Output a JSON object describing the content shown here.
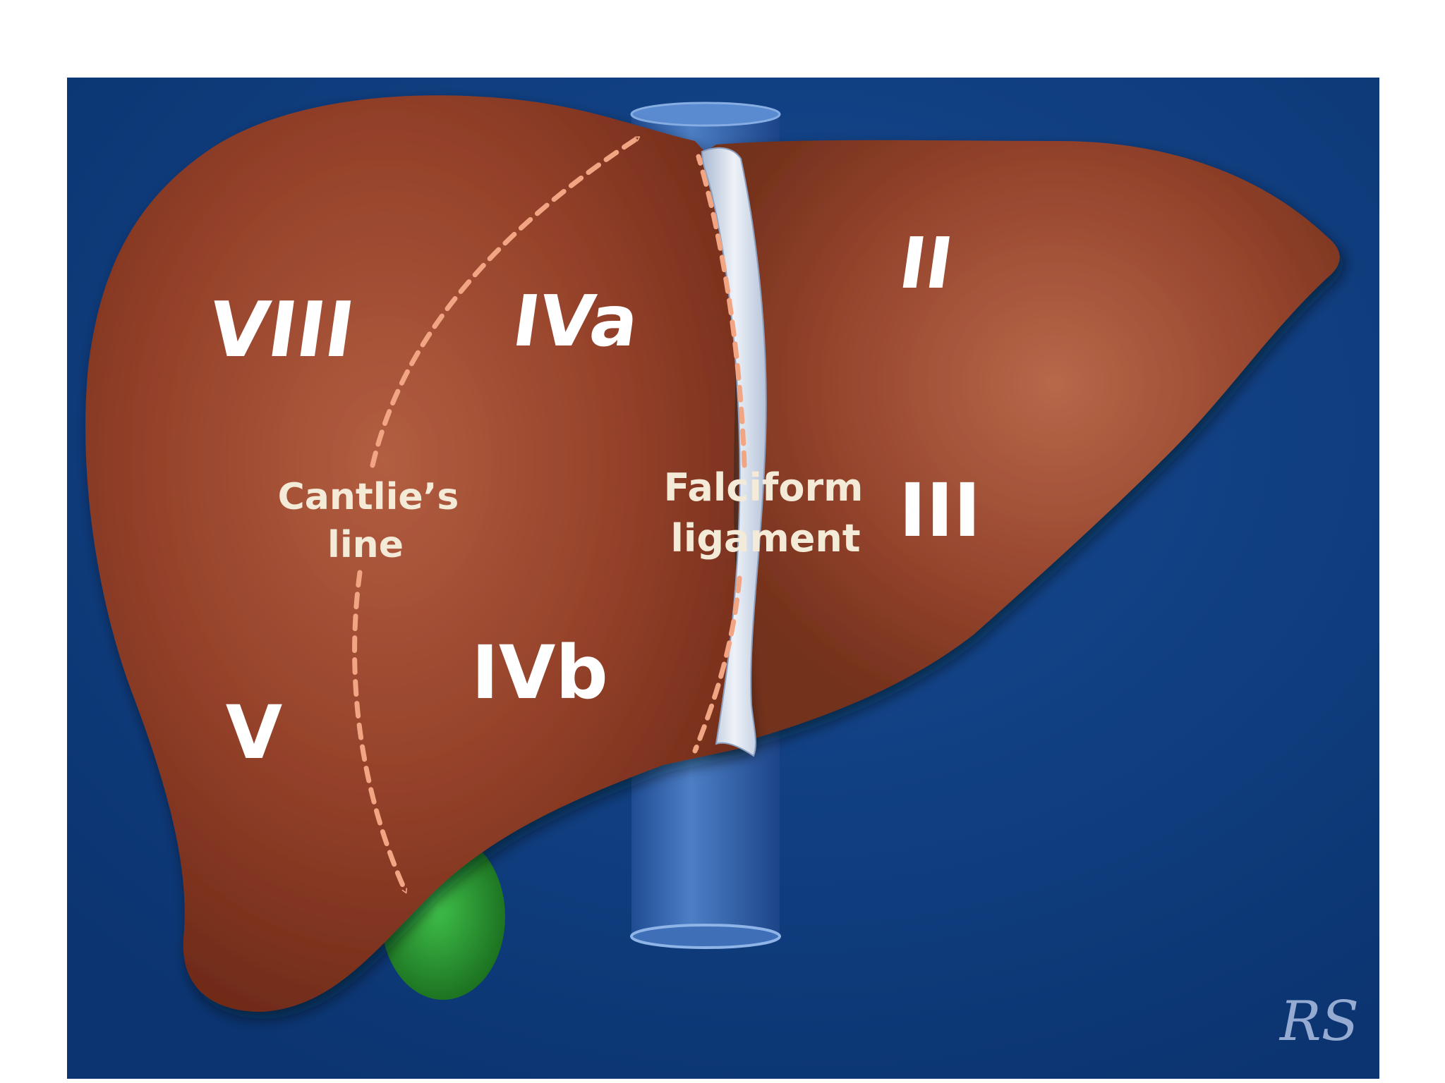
{
  "segments": {
    "viii": "VIII",
    "iva": "IVa",
    "ii": "II",
    "iii": "III",
    "ivb": "IVb",
    "v": "V"
  },
  "labels": {
    "cantlie_line1": "Cantlie’s",
    "cantlie_line2": "line",
    "falciform_line1": "Falciform",
    "falciform_line2": "ligament"
  },
  "signature": "RS",
  "colors": {
    "background": "#0d3c7e",
    "liver": "#8f3d26",
    "liver_highlight": "#b9674a",
    "vessel": "#2f5faa",
    "gallbladder": "#2e9e2e",
    "ligament": "#d8e1ef",
    "dashed_arrow": "#f2a583",
    "label_text": "#f4ead8",
    "segment_text": "#ffffff"
  },
  "icons": [
    "dashed-double-arrow",
    "dashed-curved-double-arrow",
    "signature-mark"
  ]
}
